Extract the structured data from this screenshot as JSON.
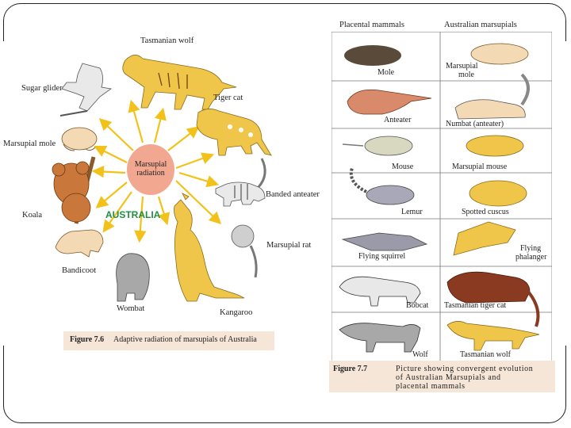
{
  "left_figure": {
    "center_label": "Marsupial radiation",
    "center_line1": "Marsupial",
    "center_line2": "radiation",
    "region_label": "AUSTRALIA",
    "animals": {
      "tasmanian_wolf": "Tasmanian wolf",
      "sugar_glider": "Sugar glider",
      "tiger_cat": "Tiger cat",
      "marsupial_mole": "Marsupial mole",
      "banded_anteater": "Banded anteater",
      "koala": "Koala",
      "marsupial_rat": "Marsupial rat",
      "bandicoot": "Bandicoot",
      "wombat": "Wombat",
      "kangaroo": "Kangaroo"
    },
    "caption": {
      "number": "Figure 7.6",
      "text": "Adaptive radiation of marsupials of Australia"
    }
  },
  "right_figure": {
    "header_left": "Placental mammals",
    "header_right": "Australian marsupials",
    "rows": [
      {
        "placental": "Mole",
        "marsupial": "Marsupial mole"
      },
      {
        "placental": "Anteater",
        "marsupial": "Numbat (anteater)"
      },
      {
        "placental": "Mouse",
        "marsupial": "Marsupial mouse"
      },
      {
        "placental": "Lemur",
        "marsupial": "Spotted cuscus"
      },
      {
        "placental": "Flying squirrel",
        "marsupial": "Flying phalanger"
      },
      {
        "placental": "Bobcat",
        "marsupial": "Tasmanian tiger cat"
      },
      {
        "placental": "Wolf",
        "marsupial": "Tasmanian wolf"
      }
    ],
    "marsupial_mole_line1": "Marsupial",
    "marsupial_mole_line2": "mole",
    "flying_phalanger_line1": "Flying",
    "flying_phalanger_line2": "phalanger",
    "caption": {
      "number": "Figure 7.7",
      "text_line1": "Picture showing convergent evolution",
      "text_line2": "of Australian Marsupials and",
      "text_line3": "placental mammals"
    }
  },
  "colors": {
    "arrow": "#f2c21b",
    "center_fill": "#f2a890",
    "region_text": "#1f8f3f",
    "caption_bg": "#f6e6d7",
    "marsupial_fill": "#f0c64a",
    "grey_animal": "#9a9a9a",
    "brown_animal": "#c9773a"
  }
}
